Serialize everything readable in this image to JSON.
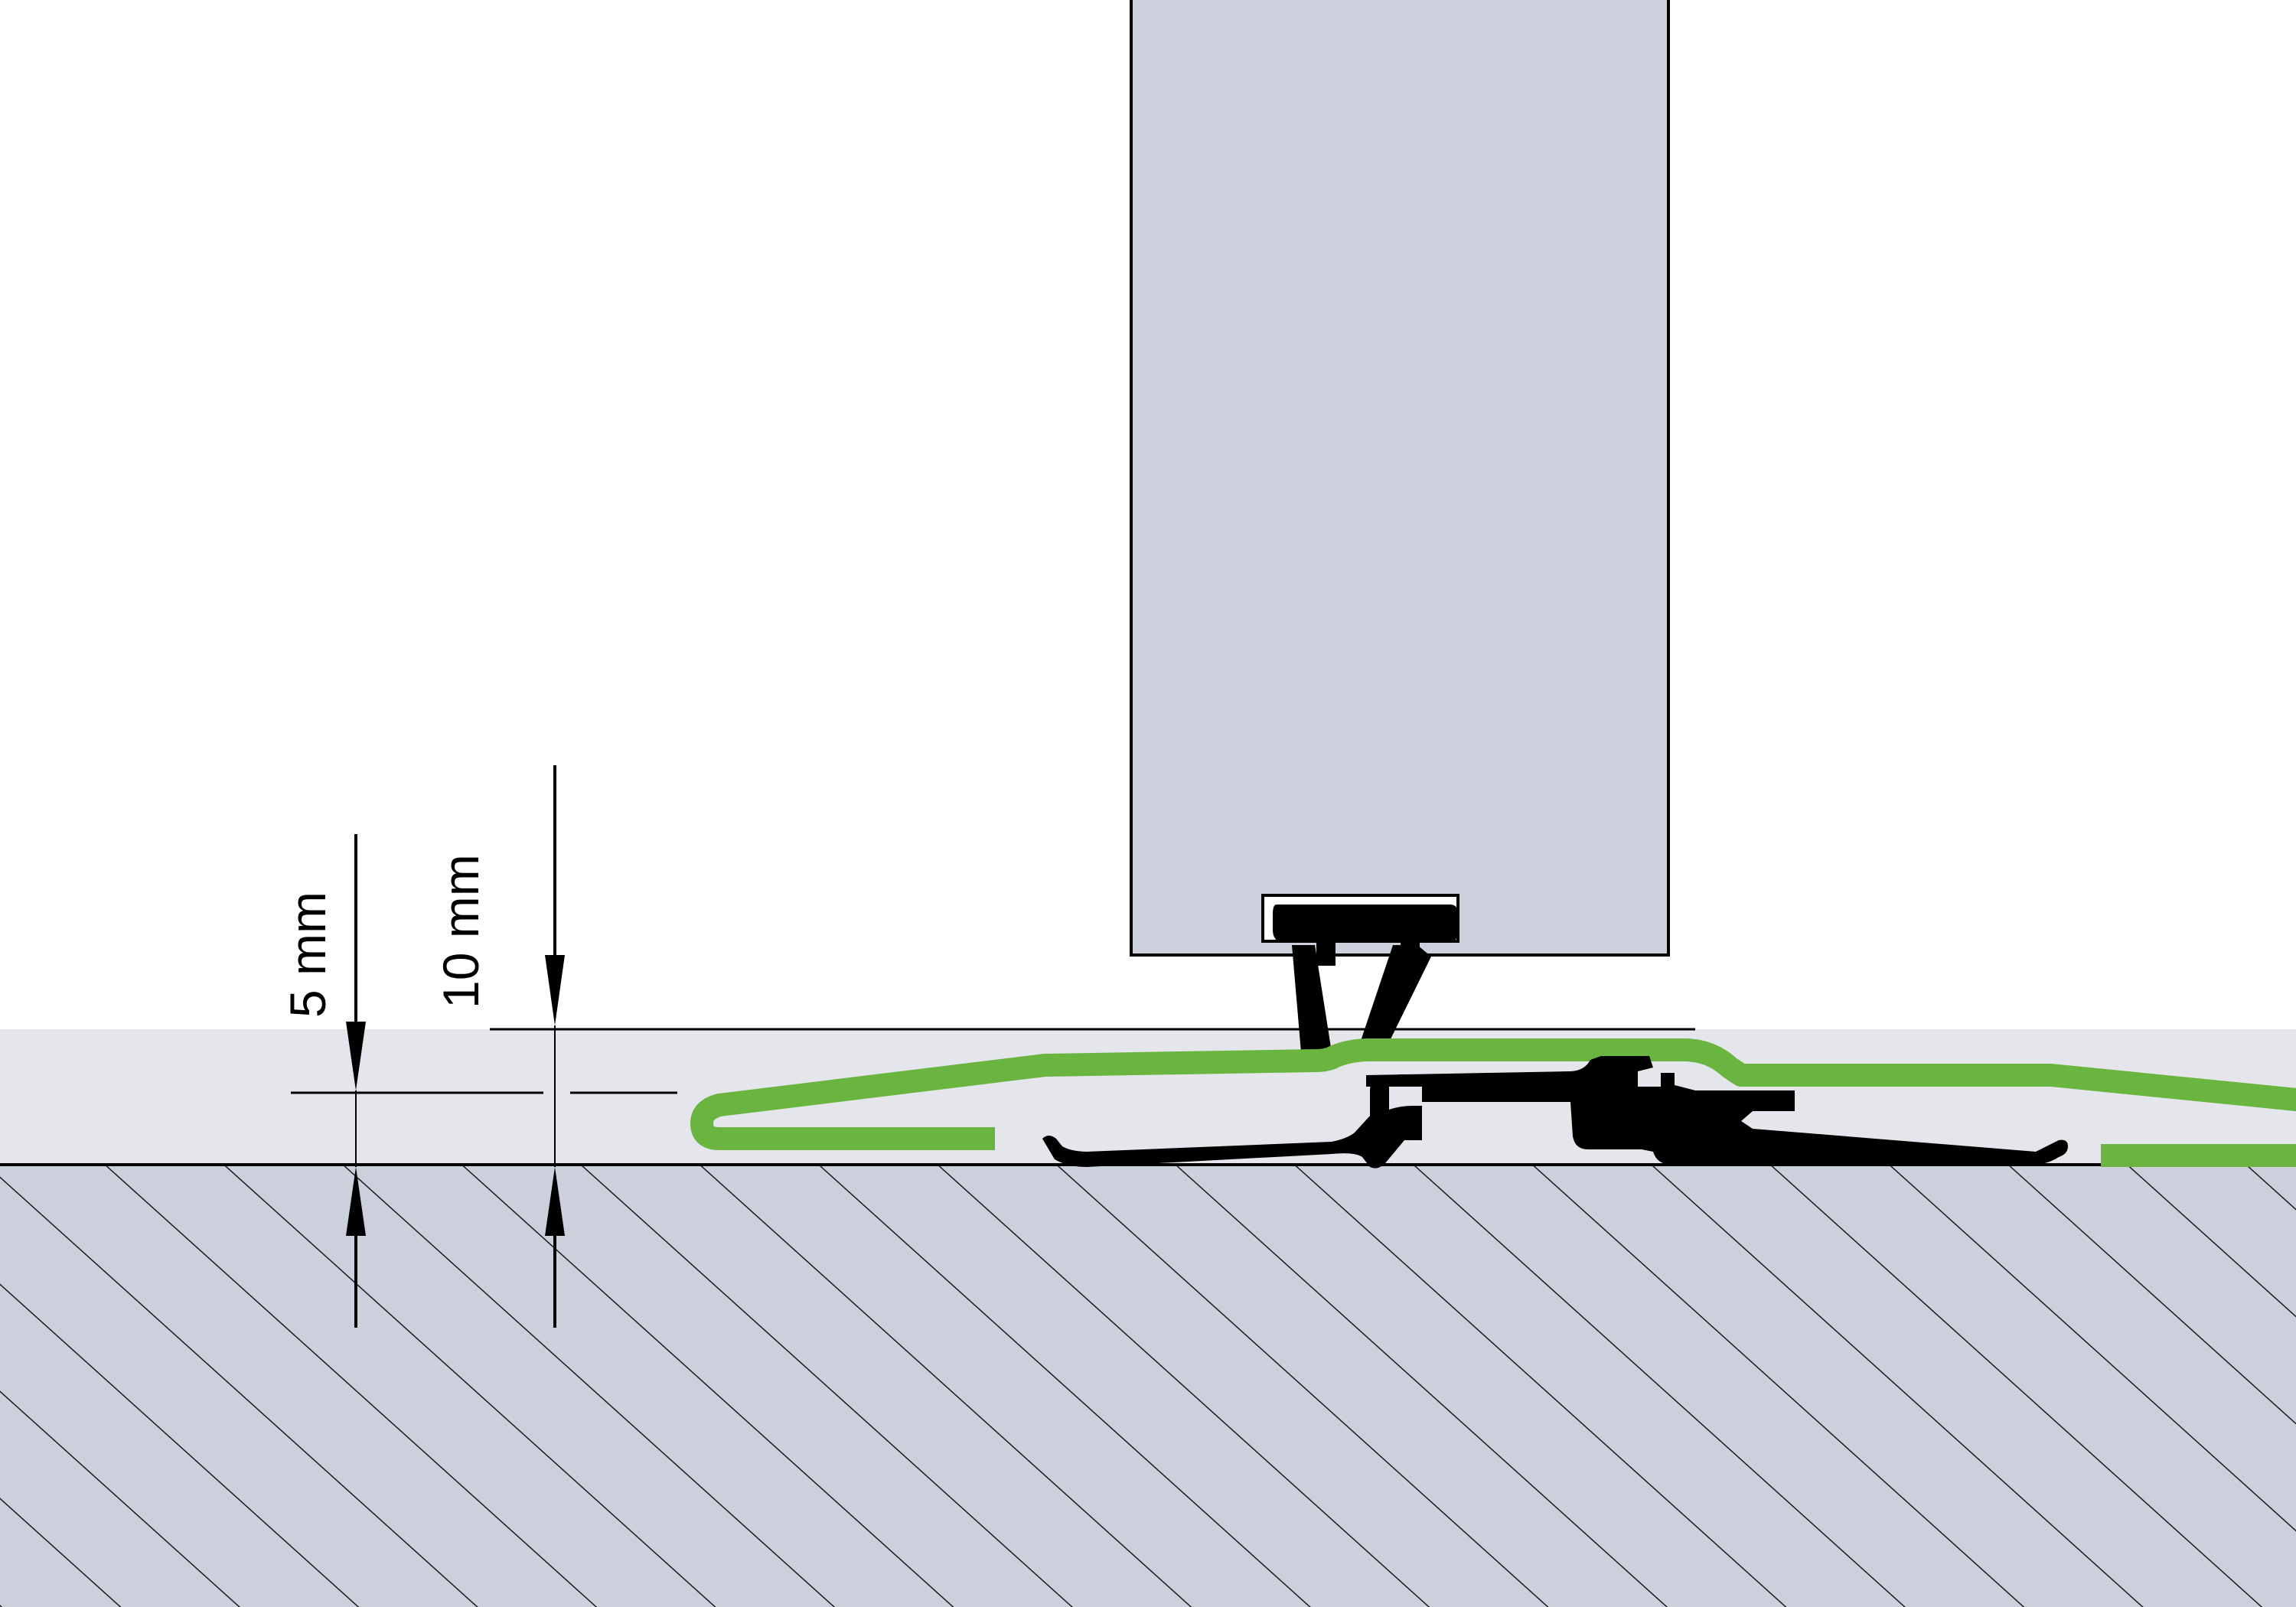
{
  "dimensions": {
    "small": {
      "label": "5 mm",
      "value": 5,
      "unit": "mm"
    },
    "large": {
      "label": "10 mm",
      "value": 10,
      "unit": "mm"
    }
  },
  "colors": {
    "background": "#ffffff",
    "door": "#cbd0dc",
    "floor_covering": "#e4e6eb",
    "substrate": "#cbd0dc",
    "hatch": "#1a1a1a",
    "profile_cover": "#6ab540",
    "profile_base": "#000000",
    "lines": "#000000"
  }
}
